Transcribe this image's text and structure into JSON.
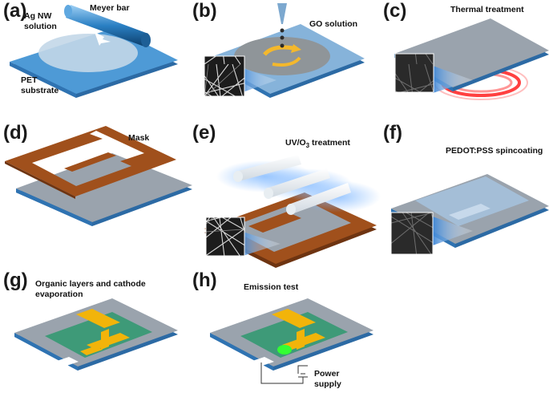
{
  "panels": {
    "a": {
      "label": "(a)",
      "ag_nw_line1": "Ag NW",
      "ag_nw_line2": "solution",
      "meyer_bar": "Meyer bar",
      "pet_line1": "PET",
      "pet_line2": "substrate"
    },
    "b": {
      "label": "(b)",
      "go_solution": "GO solution"
    },
    "c": {
      "label": "(c)",
      "title": "Thermal treatment"
    },
    "d": {
      "label": "(d)",
      "mask": "Mask"
    },
    "e": {
      "label": "(e)",
      "title_main": "UV/O",
      "title_sub": "3",
      "title_tail": " treatment"
    },
    "f": {
      "label": "(f)",
      "title": "PEDOT:PSS spincoating"
    },
    "g": {
      "label": "(g)",
      "title_line1": "Organic layers and cathode",
      "title_line2": "evaporation"
    },
    "h": {
      "label": "(h)",
      "title": "Emission test",
      "power_line1": "Power",
      "power_line2": "supply"
    }
  },
  "colors": {
    "substrate_blue": "#4e9ad6",
    "film_gray": "#9aa3ad",
    "mask_brown": "#a0501c",
    "organic_green": "#3e9a78",
    "cathode_yellow": "#f2b40a",
    "emission_green": "#33ff33"
  }
}
